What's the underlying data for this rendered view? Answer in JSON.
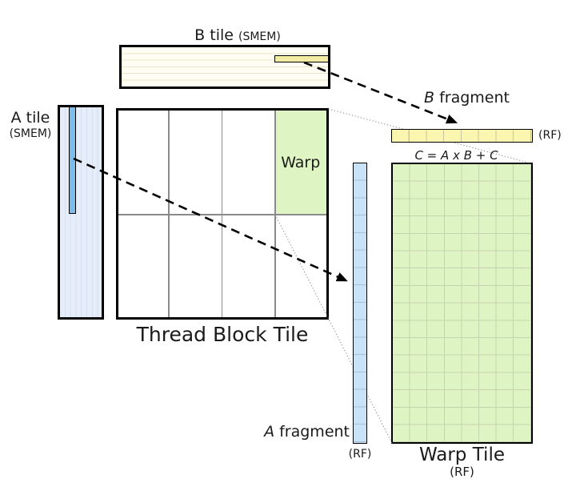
{
  "figure": {
    "b_tile": {
      "label": "B tile",
      "mem_label": "(SMEM)"
    },
    "a_tile": {
      "label": "A tile",
      "mem_label": "(SMEM)"
    },
    "thread_block_tile": {
      "label": "Thread Block Tile",
      "warp_label": "Warp",
      "cols": 4,
      "rows": 2
    },
    "b_fragment": {
      "name_italic": "B",
      "name_rest": " fragment",
      "reg_label": "(RF)",
      "cells": 8
    },
    "a_fragment": {
      "name_italic": "A",
      "name_rest": " fragment",
      "reg_label": "(RF)",
      "cells": 16
    },
    "warp_tile": {
      "label": "Warp Tile",
      "reg_label": "(RF)",
      "formula": "C = A x B + C",
      "cols": 8,
      "rows": 16
    },
    "colors": {
      "b_tile_fill": "#FFFEF2",
      "b_tile_stripe": "#E9E5CC",
      "b_fragment_fill": "#F2ECA4",
      "b_fragment_rf_fill": "#FAF6B0",
      "a_tile_fill": "#E4EDF9",
      "a_tile_stripe": "#D3E0F1",
      "a_fragment_smem_fill": "#7CBCEA",
      "a_fragment_rf_fill": "#C9E2F7",
      "warp_fill": "#DEF5C3"
    }
  }
}
